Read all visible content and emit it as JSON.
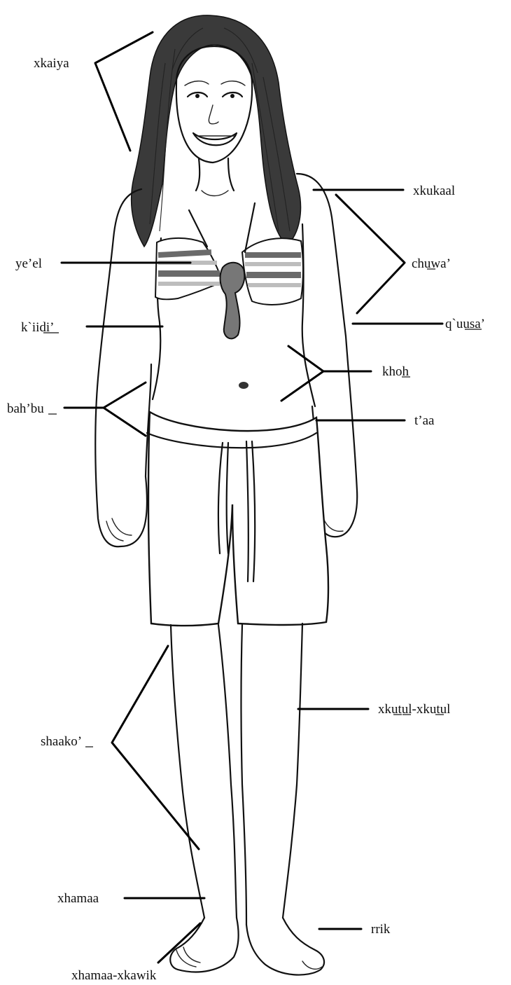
{
  "labels": {
    "hair": "xkaiya",
    "neck_shoulder": "xkukaal",
    "arm": "chuwa’",
    "breast": "ye’el",
    "elbow": "q`uusa’",
    "ribs": "k`iidi’",
    "belly": "khoh",
    "hip": "bah’bu",
    "waist": "t’aa",
    "calf": "xkutul-xkutul",
    "leg": "shaako’",
    "foot": "xhamaa",
    "toe": "rrik",
    "toes": "xhamaa-xkawik"
  }
}
